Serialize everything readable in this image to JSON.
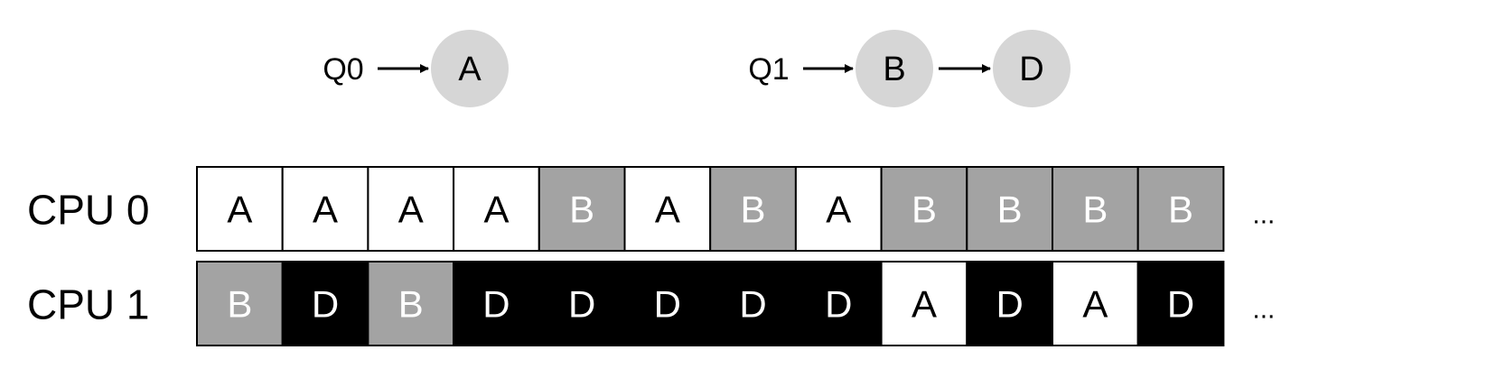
{
  "colors": {
    "A": {
      "fill": "#ffffff",
      "text": "#000000"
    },
    "B": {
      "fill": "#a3a3a3",
      "text": "#ffffff"
    },
    "D": {
      "fill": "#000000",
      "text": "#ffffff"
    },
    "job_node": "#d6d6d6",
    "stroke": "#000000"
  },
  "queues": [
    {
      "label": "Q0",
      "jobs": [
        "A"
      ]
    },
    {
      "label": "Q1",
      "jobs": [
        "B",
        "D"
      ]
    }
  ],
  "cpus": [
    {
      "label": "CPU 0",
      "slots": [
        "A",
        "A",
        "A",
        "A",
        "B",
        "A",
        "B",
        "A",
        "B",
        "B",
        "B",
        "B"
      ],
      "continuation": "..."
    },
    {
      "label": "CPU 1",
      "slots": [
        "B",
        "D",
        "B",
        "D",
        "D",
        "D",
        "D",
        "D",
        "A",
        "D",
        "A",
        "D"
      ],
      "continuation": "..."
    }
  ]
}
